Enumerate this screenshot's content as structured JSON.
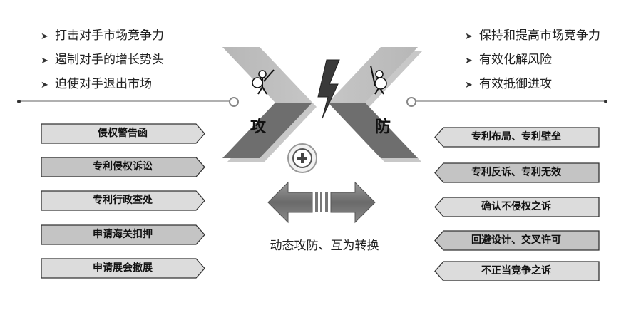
{
  "attack": {
    "label": "攻",
    "goals": [
      "打击对手市场竞争力",
      "遏制对手的增长势头",
      "迫使对手退出市场"
    ],
    "measures": [
      "侵权警告函",
      "专利侵权诉讼",
      "专利行政查处",
      "申请海关扣押",
      "申请展会撤展"
    ]
  },
  "defense": {
    "label": "防",
    "goals": [
      "保持和提高市场竞争力",
      "有效化解风险",
      "有效抵御进攻"
    ],
    "measures": [
      "专利布局、专利壁垒",
      "专利反诉、专利无效",
      "确认不侵权之诉",
      "回避设计、交叉许可",
      "不正当竞争之诉"
    ]
  },
  "center": {
    "caption": "动态攻防、互为转换"
  },
  "icons": [
    "lightning-icon",
    "plus-icon",
    "left-arrow-icon",
    "right-arrow-icon",
    "attacker-icon",
    "defender-icon"
  ],
  "colors": {
    "dark_gray": "#7a7a7a",
    "light_gray": "#c8c8c8",
    "tag_fill": "#d9d9d9",
    "tag_fill_dark": "#bfbfbf"
  }
}
